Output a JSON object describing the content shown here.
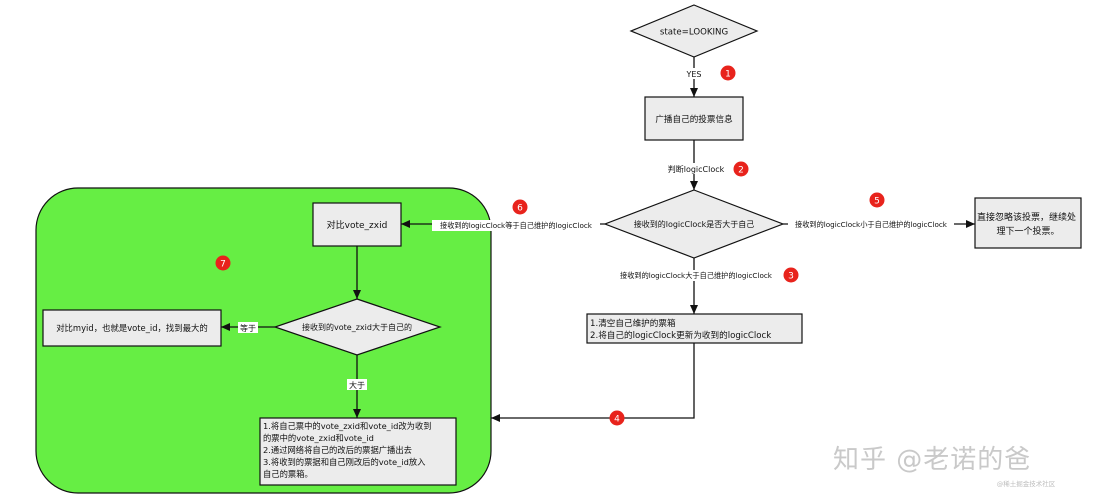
{
  "diagram": {
    "nodes": {
      "start": "state=LOOKING",
      "broadcast": "广播自己的投票信息",
      "compare_clock": "接收到的logicClock是否大于自己",
      "ignore": [
        "直接忽略该投票，继续处",
        "理下一个投票。"
      ],
      "clear": [
        "1.清空自己维护的票箱",
        "2.将自己的logicClock更新为收到的logicClock"
      ],
      "compare_zxid": "对比vote_zxid",
      "zxid_greater": "接收到的vote_zxid大于自己的",
      "compare_myid": "对比myid，也就是vote_id，找到最大的",
      "update": [
        "1.将自己票中的vote_zxid和vote_id改为收到",
        "的票中的vote_zxid和vote_id",
        "2.通过网络将自己的改后的票据广播出去",
        "3.将收到的票据和自己刚改后的vote_id放入",
        "自己的票箱。"
      ]
    },
    "edge_labels": {
      "yes": "YES",
      "judge": "判断logicClock",
      "less": "接收到的logicClock小于自己维护的logicClock",
      "equal": "接收到的logicClock等于自己维护的logicClock",
      "greater": "接收到的logicClock大于自己维护的logicClock",
      "zxid_equal": "等于",
      "zxid_greater": "大于"
    },
    "badges": [
      "1",
      "2",
      "3",
      "4",
      "5",
      "6",
      "7"
    ]
  },
  "watermark": {
    "main": "知乎 @老诺的爸",
    "small": "@稀土掘金技术社区"
  },
  "colors": {
    "box_fill": "#ececec",
    "region_fill": "#66ee44",
    "badge": "#e8231c",
    "line": "#111111"
  }
}
